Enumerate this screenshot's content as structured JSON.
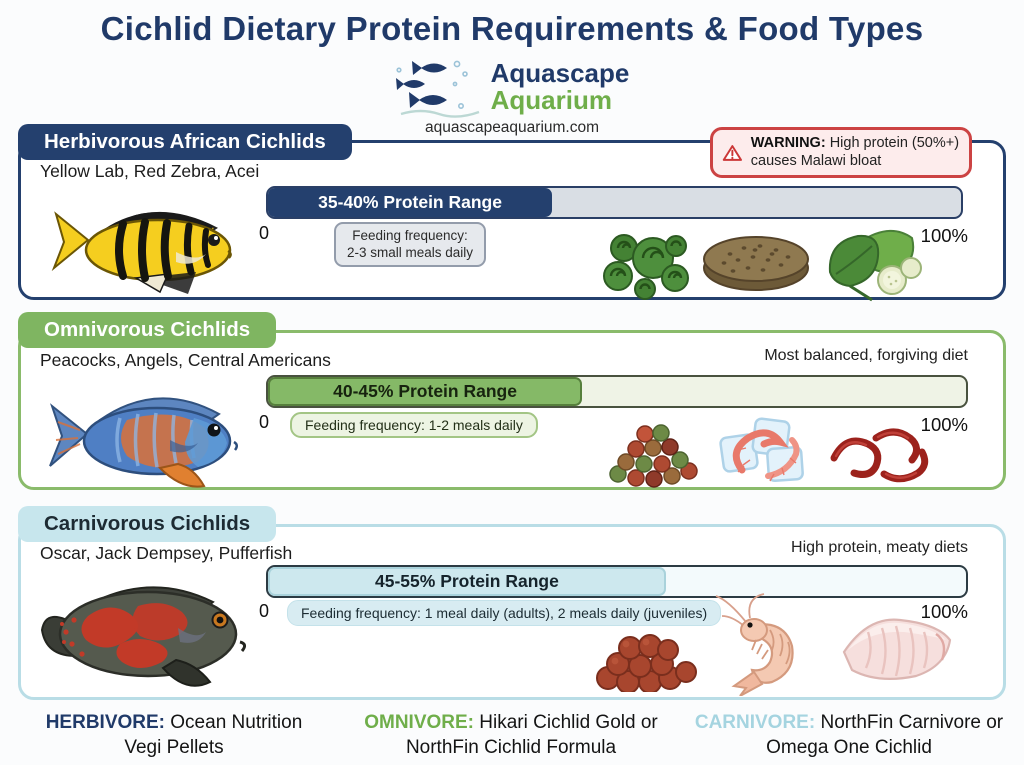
{
  "title": "Cichlid Dietary Protein Requirements & Food Types",
  "logo": {
    "brand_line1": "Aquascape",
    "brand_line2": "Aquarium",
    "website": "aquascapeaquarium.com",
    "icon": "three-fish-logo-icon"
  },
  "colors": {
    "navy": "#24406e",
    "green": "#7fb561",
    "light_blue": "#c7e6ed",
    "warning_red": "#cc4343",
    "warning_bg": "#fdecec"
  },
  "sections": [
    {
      "name": "Herbivorous African Cichlids",
      "species": "Yellow Lab, Red Zebra, Acei",
      "warning": {
        "bold": "WARNING:",
        "rest": " High protein (50%+) causes Malawi bloat",
        "icon": "warning-triangle-icon"
      },
      "bar": {
        "label": "35-40% Protein Range",
        "fill_percent": 41,
        "min": "0",
        "max": "100%"
      },
      "feeding": {
        "line1": "Feeding frequency:",
        "line2": "2-3 small meals daily"
      },
      "fish_icon": "yellow-lab-cichlid-icon",
      "food_icons": [
        "spirulina-pellets-icon",
        "algae-wafer-icon",
        "leafy-greens-icon"
      ]
    },
    {
      "name": "Omnivorous Cichlids",
      "species": "Peacocks, Angels, Central Americans",
      "note": "Most balanced, forgiving diet",
      "bar": {
        "label": "40-45% Protein Range",
        "fill_percent": 45,
        "min": "0",
        "max": "100%"
      },
      "feeding": {
        "line1": "Feeding frequency: 1-2 meals daily"
      },
      "fish_icon": "peacock-cichlid-icon",
      "food_icons": [
        "mixed-pellets-icon",
        "frozen-brine-shrimp-icon",
        "bloodworms-icon"
      ]
    },
    {
      "name": "Carnivorous Cichlids",
      "species": "Oscar, Jack Dempsey, Pufferfish",
      "note": "High protein, meaty diets",
      "bar": {
        "label": "45-55% Protein Range",
        "fill_percent": 57,
        "min": "0",
        "max": "100%"
      },
      "feeding": {
        "line1": "Feeding frequency: 1 meal daily (adults), 2 meals daily (juveniles)"
      },
      "fish_icon": "oscar-cichlid-icon",
      "food_icons": [
        "carnivore-pellets-icon",
        "shrimp-icon",
        "fish-fillet-icon"
      ]
    }
  ],
  "footer": [
    {
      "label": "HERBIVORE:",
      "text": " Ocean Nutrition Vegi Pellets"
    },
    {
      "label": "OMNIVORE:",
      "text": " Hikari Cichlid Gold or NorthFin Cichlid Formula"
    },
    {
      "label": "CARNIVORE:",
      "text": " NorthFin Carnivore or Omega One Cichlid"
    }
  ]
}
